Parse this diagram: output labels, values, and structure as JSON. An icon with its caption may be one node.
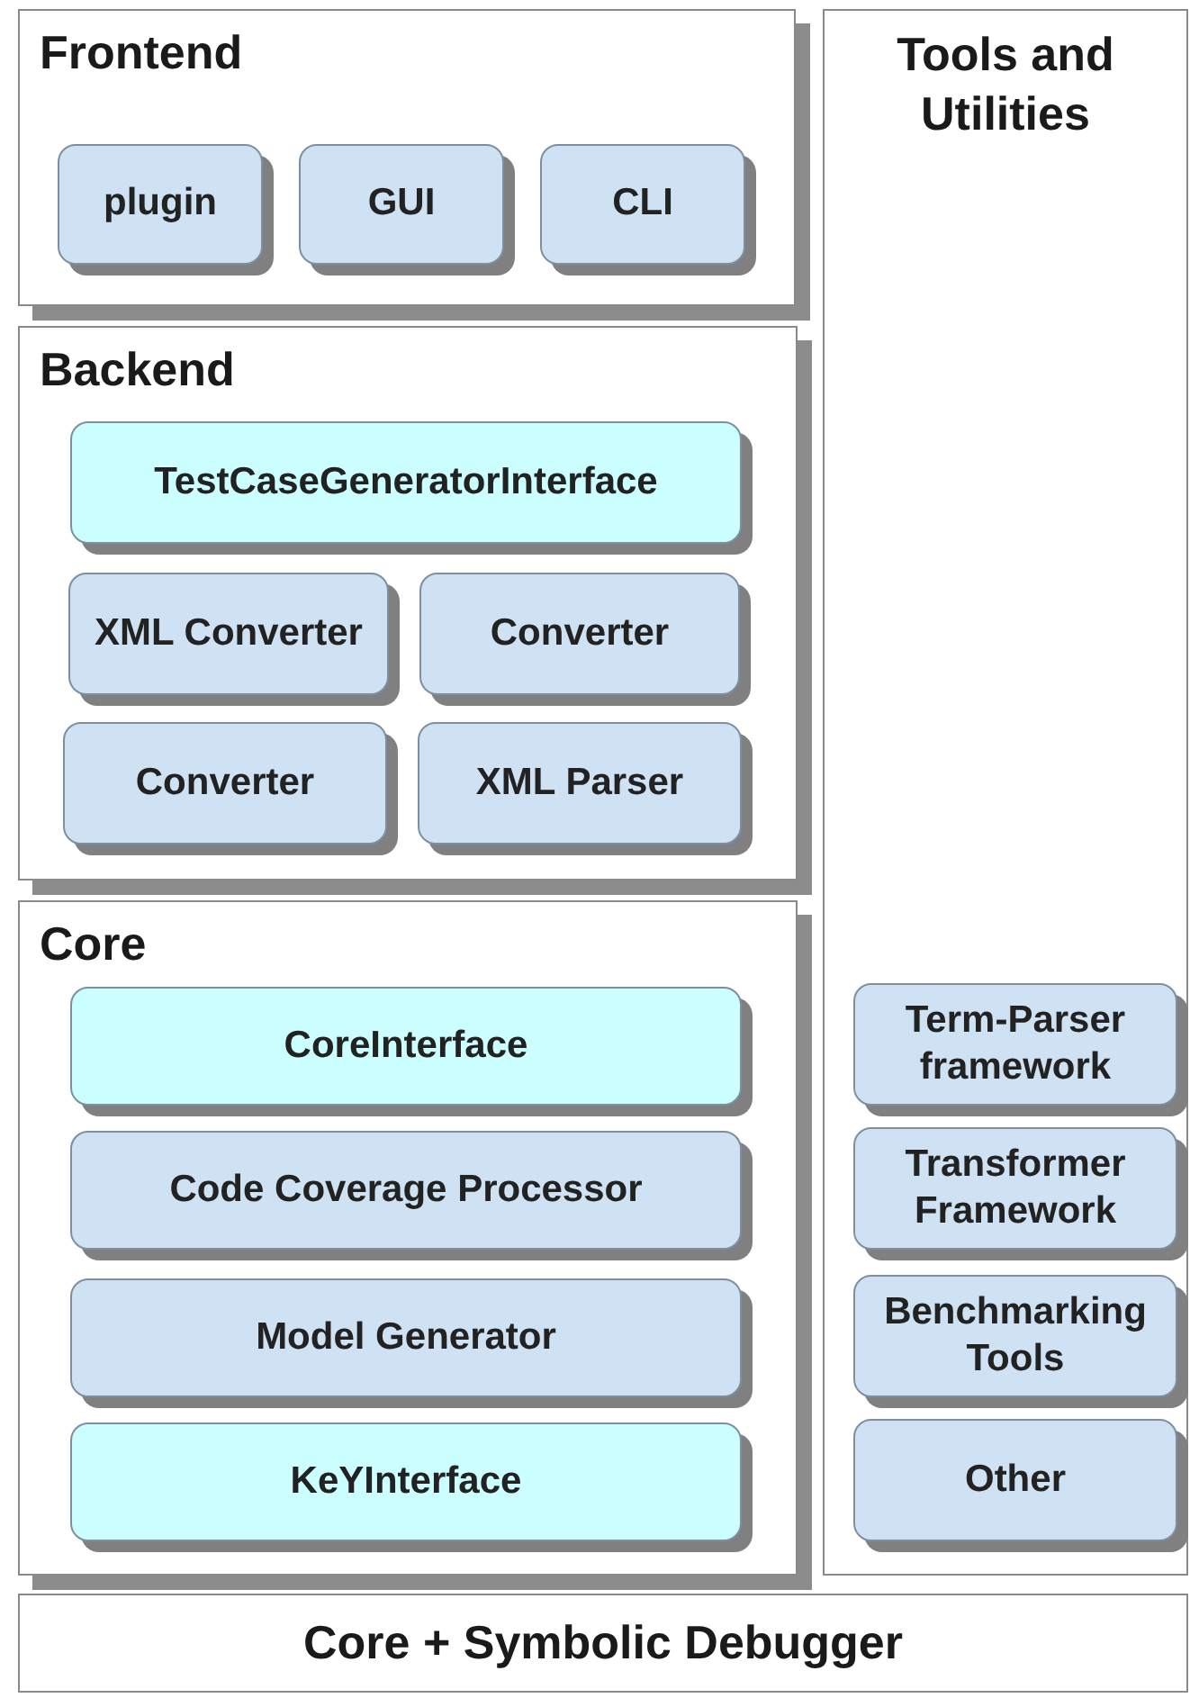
{
  "diagram": {
    "nodes": [
      {
        "text": [
          "Frontend"
        ]
      },
      {
        "text": [
          "plugin"
        ],
        "in": 0
      },
      {
        "text": [
          "GUI"
        ],
        "in": 0
      },
      {
        "text": [
          "CLI"
        ],
        "in": 0
      },
      {
        "text": [
          "Backend"
        ]
      },
      {
        "text": [
          "TestCaseGeneratorInterface"
        ],
        "in": 4
      },
      {
        "text": [
          "XML Converter"
        ],
        "in": 4
      },
      {
        "text": [
          "Converter"
        ],
        "in": 4
      },
      {
        "text": [
          "Converter"
        ],
        "in": 4
      },
      {
        "text": [
          "XML Parser"
        ],
        "in": 4
      },
      {
        "text": [
          "Core"
        ]
      },
      {
        "text": [
          "CoreInterface"
        ],
        "in": 10
      },
      {
        "text": [
          "Code Coverage Processor"
        ],
        "in": 10
      },
      {
        "text": [
          "Model Generator"
        ],
        "in": 10
      },
      {
        "text": [
          "KeYInterface"
        ],
        "in": 10
      },
      {
        "text": [
          "Tools and Utilities"
        ]
      },
      {
        "text": [
          "Term-Parser framework"
        ],
        "in": 15
      },
      {
        "text": [
          "Transformer Framework"
        ],
        "in": 15
      },
      {
        "text": [
          "Benchmarking Tools"
        ],
        "in": 15
      },
      {
        "text": [
          "Other"
        ],
        "in": 15
      },
      {
        "text": [
          "Core + Symbolic Debugger"
        ]
      }
    ]
  }
}
